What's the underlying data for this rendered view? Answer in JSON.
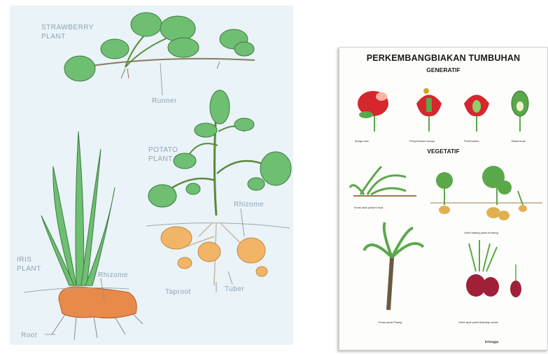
{
  "left_diagram": {
    "labels": {
      "strawberry_line1": "STRAWBERRY",
      "strawberry_line2": "PLANT",
      "runner": "Runner",
      "potato_line1": "POTATO",
      "potato_line2": "PLANT",
      "rhizome_potato": "Rhizome",
      "taproot": "Taproot",
      "tuber": "Tuber",
      "iris_line1": "IRIS",
      "iris_line2": "PLANT",
      "rhizome_iris": "Rhizome",
      "root": "Root"
    },
    "colors": {
      "background": "#e9f3f8",
      "leaf": "#6fbf73",
      "tuber": "#f2b467",
      "rhizome": "#e88a4a"
    }
  },
  "poster": {
    "title": "PERKEMBANGBIAKAN TUMBUHAN",
    "section_generative": "GENERATIF",
    "section_vegetative": "VEGETATIF",
    "captions": {
      "g1": "Bunga utuh",
      "g2": "Penyerbukan bunga",
      "g3": "Pembuahan",
      "g4": "Bakal buah",
      "v1": "Tunas akar pada Kunyit",
      "v2": "Umbi batang pada Kentang",
      "v3": "Tunas pada Pisang",
      "v4": "Umbi lapis pada Bawang merah"
    },
    "footer_left": "",
    "footer_brand": "Erlangga",
    "colors": {
      "flower": "#d6262e",
      "leaf": "#5aa84a",
      "onion": "#a0203a"
    }
  }
}
